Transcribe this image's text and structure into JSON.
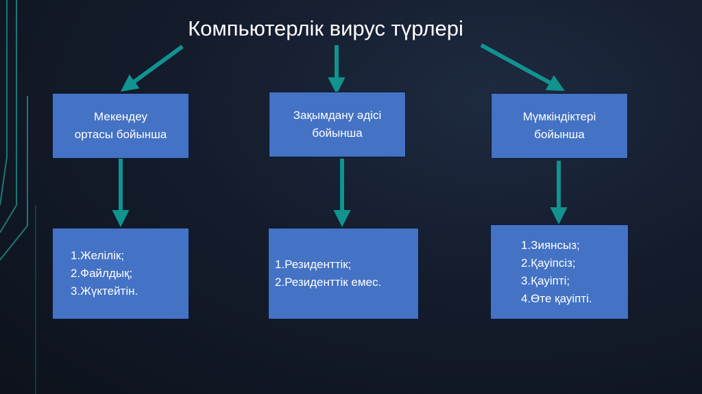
{
  "slide": {
    "title": "Компьютерлік вирус түрлері",
    "arrow_color": "#11938f",
    "box_color": "#4472c4",
    "columns": [
      {
        "header": [
          "Мекендеу",
          "ортасы бойынша"
        ],
        "items": [
          "1.Желілік;",
          "2.Файлдық;",
          "3.Жүктейтін."
        ]
      },
      {
        "header": [
          "Зақымдану әдісі",
          "бойынша"
        ],
        "items": [
          "1.Резиденттік;",
          "2.Резиденттік емес."
        ]
      },
      {
        "header": [
          "Мүмкіндіктері",
          "бойынша"
        ],
        "items": [
          "1.Зиянсыз;",
          "2.Қауіпсіз;",
          "3.Қауіпті;",
          "4.Өте қауіпті."
        ]
      }
    ]
  }
}
